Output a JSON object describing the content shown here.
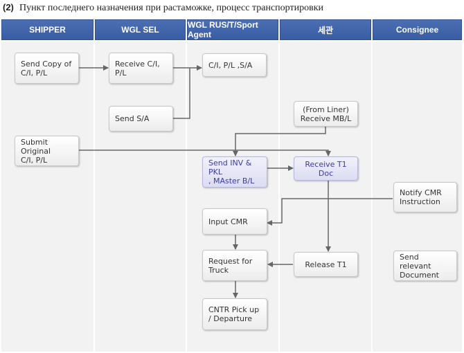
{
  "title": {
    "number": "(2)",
    "text": "Пункт последнего назначения при растаможке, процесс транспортировки"
  },
  "lanes": [
    "SHIPPER",
    "WGL SEL",
    "WGL RUS/T/Sport Agent",
    "세관",
    "Consignee"
  ],
  "boxes": {
    "send_copy": "Send Copy of\nC/I, P/L",
    "receive_ci": "Receive C/I,\nP/L",
    "ci_pl_sa": "C/I, P/L ,S/A",
    "send_sa": "Send S/A",
    "from_liner": "(From Liner)\nReceive MB/L",
    "submit_original": "Submit Original\nC/I, P/L",
    "send_inv": "Send INV & PKL\n, MAster B/L",
    "receive_t1": "Receive T1 Doc",
    "notify_cmr": "Notify CMR\nInstruction",
    "input_cmr": "Input CMR",
    "request_truck": "Request for\nTruck",
    "release_t1": "Release T1",
    "send_relevant": "Send relevant\nDocument",
    "cntr_pickup": "CNTR Pick up\n/ Departure"
  },
  "colors": {
    "header": "#3f62a8",
    "lane_bg": "#f2f2f2",
    "blue_text": "#3a3aa8",
    "arrow": "#666666"
  }
}
